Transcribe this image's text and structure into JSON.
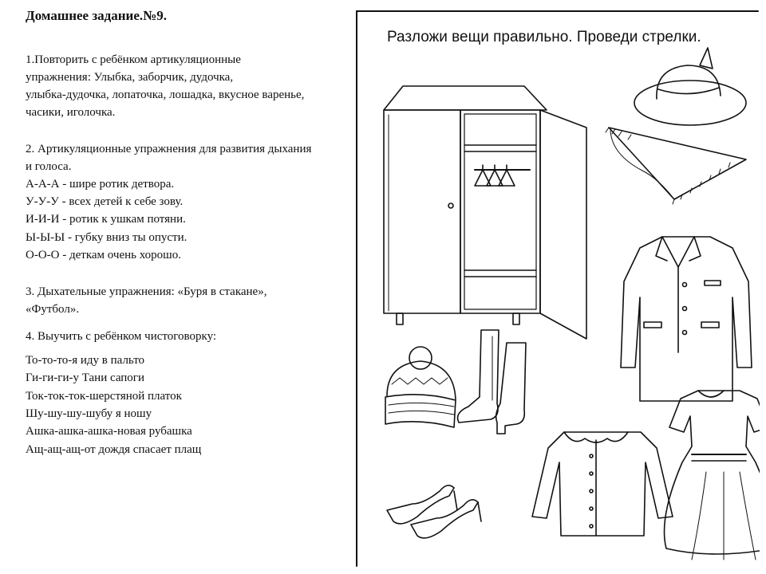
{
  "homework": {
    "title": "Домашнее задание.№9.",
    "lines": [
      "1.Повторить с ребёнком артикуляционные",
      "упражнения: Улыбка, заборчик, дудочка,",
      " улыбка-дудочка, лопаточка, лошадка, вкусное варенье,",
      "часики, иголочка.",
      "2. Артикуляционные упражнения для развития дыхания",
      "и голоса.",
      "А-А-А - шире ротик детвора.",
      "У-У-У - всех детей к себе зову.",
      "И-И-И - ротик к ушкам потяни.",
      "Ы-Ы-Ы - губку вниз ты опусти.",
      "О-О-О - деткам очень хорошо.",
      "3. Дыхательные упражнения: «Буря в стакане»,",
      "«Футбол».",
      "4. Выучить с ребёнком чистоговорку:",
      "То-то-то-я иду в пальто",
      "Ги-ги-ги-у Тани сапоги",
      "Ток-ток-ток-шерстяной платок",
      "Шу-шу-шу-шубу я ношу",
      "Ашка-ашка-ашка-новая рубашка",
      "Ащ-ащ-ащ-от дождя спасает плащ"
    ]
  },
  "worksheet": {
    "title": "Разложи вещи правильно. Проведи стрелки."
  }
}
